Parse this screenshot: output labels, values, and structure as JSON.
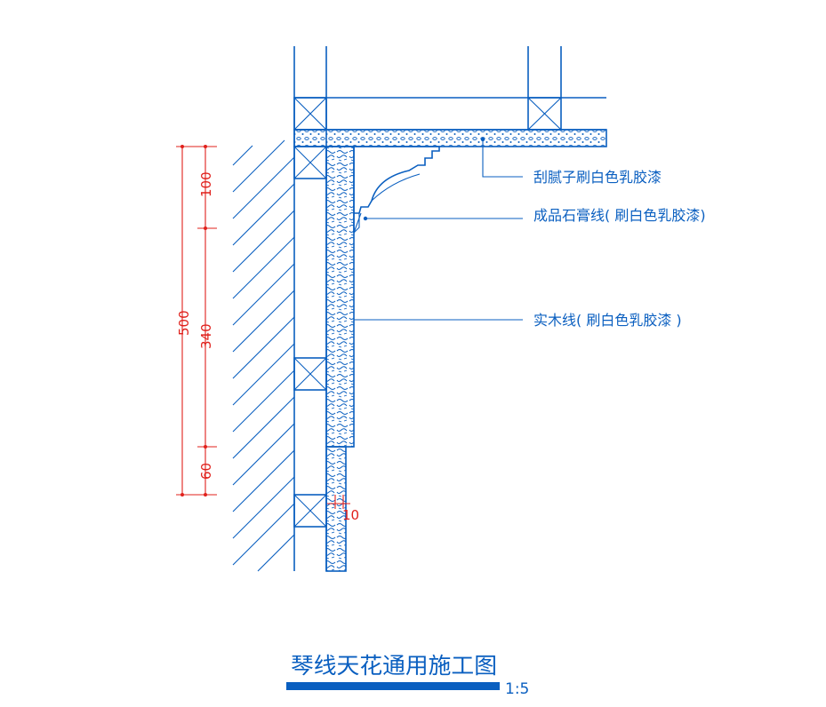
{
  "drawing": {
    "title": "琴线天花通用施工图",
    "scale": "1:5",
    "annotations": [
      "刮腻子刷白色乳胶漆",
      "成品石膏线( 刷白色乳胶漆)",
      "实木线( 刷白色乳胶漆 )"
    ],
    "dimensions": {
      "overall": "500",
      "segments": [
        "100",
        "340",
        "60"
      ],
      "offset": "10"
    }
  },
  "colors": {
    "line": "#0a5fc0",
    "dimension": "#e0201b"
  }
}
